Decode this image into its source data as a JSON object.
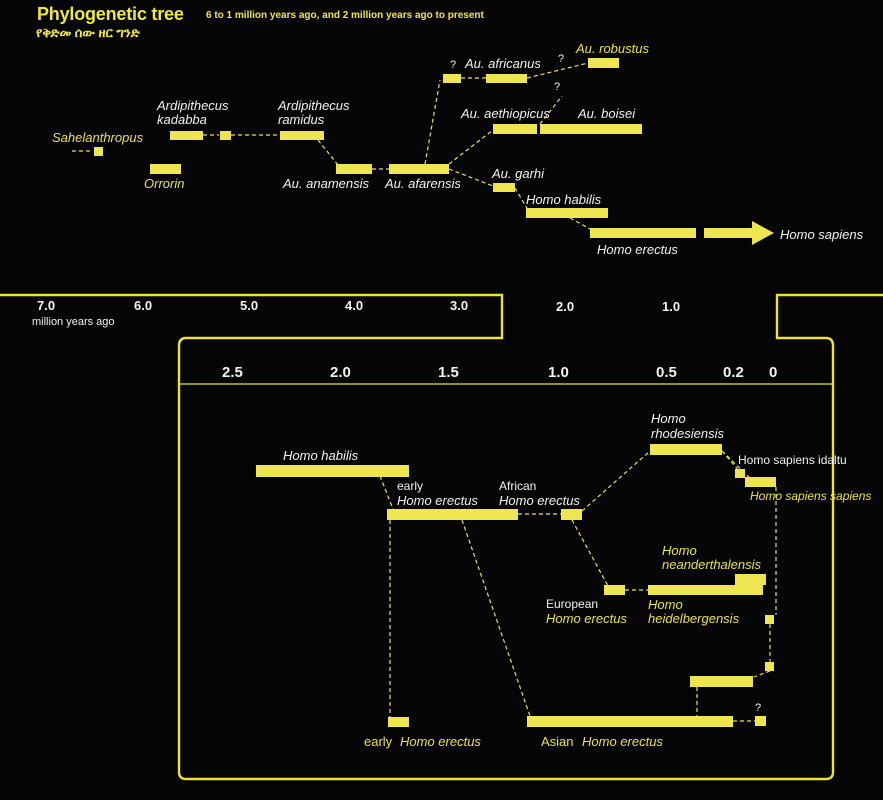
{
  "header": {
    "title": "Phylogenetic tree",
    "subtitle": "6 to 1 million years ago, and 2 million years ago to present",
    "amharic_title": "የቅድመ ሰው ዘር ግንድ"
  },
  "top_axis": {
    "unit_label": "million years ago",
    "ticks": [
      "7.0",
      "6.0",
      "5.0",
      "4.0",
      "3.0",
      "2.0",
      "1.0"
    ]
  },
  "bottom_axis": {
    "ticks": [
      "2.5",
      "2.0",
      "1.5",
      "1.0",
      "0.5",
      "0.2",
      "0"
    ]
  },
  "upper_tree": {
    "sahelanthropus": "Sahelanthropus",
    "orrorin": "Orrorin",
    "ardipithecus_kadabba_1": "Ardipithecus",
    "ardipithecus_kadabba_2": "kadabba",
    "ardipithecus_ramidus_1": "Ardipithecus",
    "ardipithecus_ramidus_2": "ramidus",
    "au_anamensis": "Au. anamensis",
    "au_afarensis": "Au. afarensis",
    "au_africanus": "Au. africanus",
    "au_robustus": "Au. robustus",
    "au_aethiopicus": "Au. aethiopicus",
    "au_boisei": "Au. boisei",
    "au_garhi": "Au. garhi",
    "homo_habilis": "Homo habilis",
    "homo_erectus": "Homo erectus",
    "homo_sapiens": "Homo sapiens",
    "q1": "?",
    "q2": "?",
    "q3": "?"
  },
  "lower_tree": {
    "homo_habilis": "Homo habilis",
    "early_he_top_1": "early",
    "early_he_top_2": "Homo erectus",
    "african_he_1": "African",
    "african_he_2": "Homo erectus",
    "homo_rhodesiensis_1": "Homo",
    "homo_rhodesiensis_2": "rhodesiensis",
    "homo_sapiens_idaltu": "Homo sapiens idaltu",
    "homo_sapiens_sapiens": "Homo sapiens sapiens",
    "homo_neanderthalensis_1": "Homo",
    "homo_neanderthalensis_2": "neanderthalensis",
    "european_he_1": "European",
    "european_he_2": "Homo erectus",
    "homo_heidelbergensis_1": "Homo",
    "homo_heidelbergensis_2": "heidelbergensis",
    "early_he_bottom_1": "early",
    "early_he_bottom_2": "Homo erectus",
    "asian_he_1": "Asian",
    "asian_he_2": "Homo erectus",
    "q4": "?"
  },
  "colors": {
    "background": "#050505",
    "accent_yellow": "#ece33a",
    "bar_yellow": "#eee650",
    "tick_white": "#f2f2f2"
  }
}
